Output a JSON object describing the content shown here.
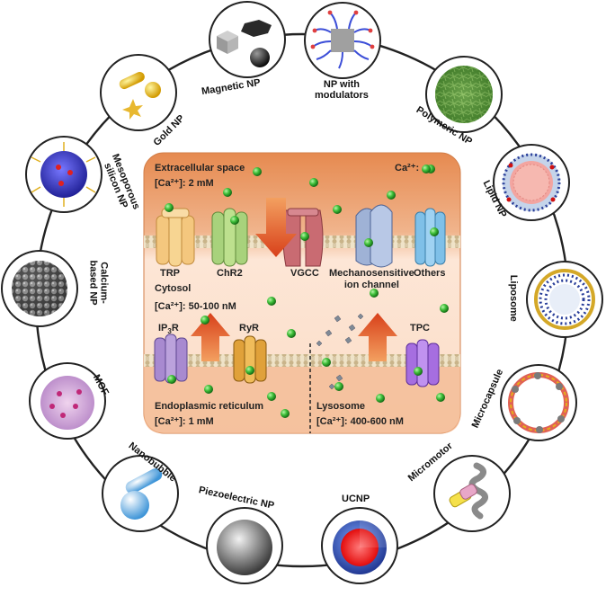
{
  "nanoparticles": [
    {
      "id": "magnetic-np",
      "label": "Magnetic NP"
    },
    {
      "id": "np-with-modulators",
      "label": "NP with\nmodulators"
    },
    {
      "id": "polymeric-np",
      "label": "Polymeric NP"
    },
    {
      "id": "lipid-np",
      "label": "Lipid NP"
    },
    {
      "id": "liposome",
      "label": "Liposome"
    },
    {
      "id": "microcapsule",
      "label": "Microcapsule"
    },
    {
      "id": "micromotor",
      "label": "Micromotor"
    },
    {
      "id": "ucnp",
      "label": "UCNP"
    },
    {
      "id": "piezoelectric-np",
      "label": "Piezoelectric NP"
    },
    {
      "id": "nanobubble",
      "label": "Nanobubble"
    },
    {
      "id": "mof",
      "label": "MOF"
    },
    {
      "id": "calcium-based-np",
      "label": "Calcium-\nbased NP"
    },
    {
      "id": "mesoporous-silicon-np",
      "label": "Mesoporous\nsilicon NP"
    },
    {
      "id": "gold-np",
      "label": "Gold NP"
    }
  ],
  "cell": {
    "extracellular_label": "Extracellular space",
    "extracellular_conc": "[Ca²⁺]: 2 mM",
    "ca_legend": "Ca²⁺:",
    "cytosol_label": "Cytosol",
    "cytosol_conc": "[Ca²⁺]: 50-100 nM",
    "er_label": "Endoplasmic reticulum",
    "er_conc": "[Ca²⁺]: 1 mM",
    "lysosome_label": "Lysosome",
    "lysosome_conc": "[Ca²⁺]: 400-600 nM",
    "channels": {
      "trp": "TRP",
      "chr2": "ChR2",
      "vgcc": "VGCC",
      "mechano": "Mechanosensitive\nion channel",
      "others": "Others",
      "ip3r_main": "IP",
      "ip3r_sub": "3",
      "ip3r_end": "R",
      "ryr": "RyR",
      "tpc": "TPC"
    }
  },
  "colors": {
    "extracellular": "#e7935c",
    "cytosol": "#fbe2d1",
    "er": "#f2b58e",
    "calcium": "#37b53a",
    "arrow": "#e0502a",
    "ring": "#222222"
  }
}
